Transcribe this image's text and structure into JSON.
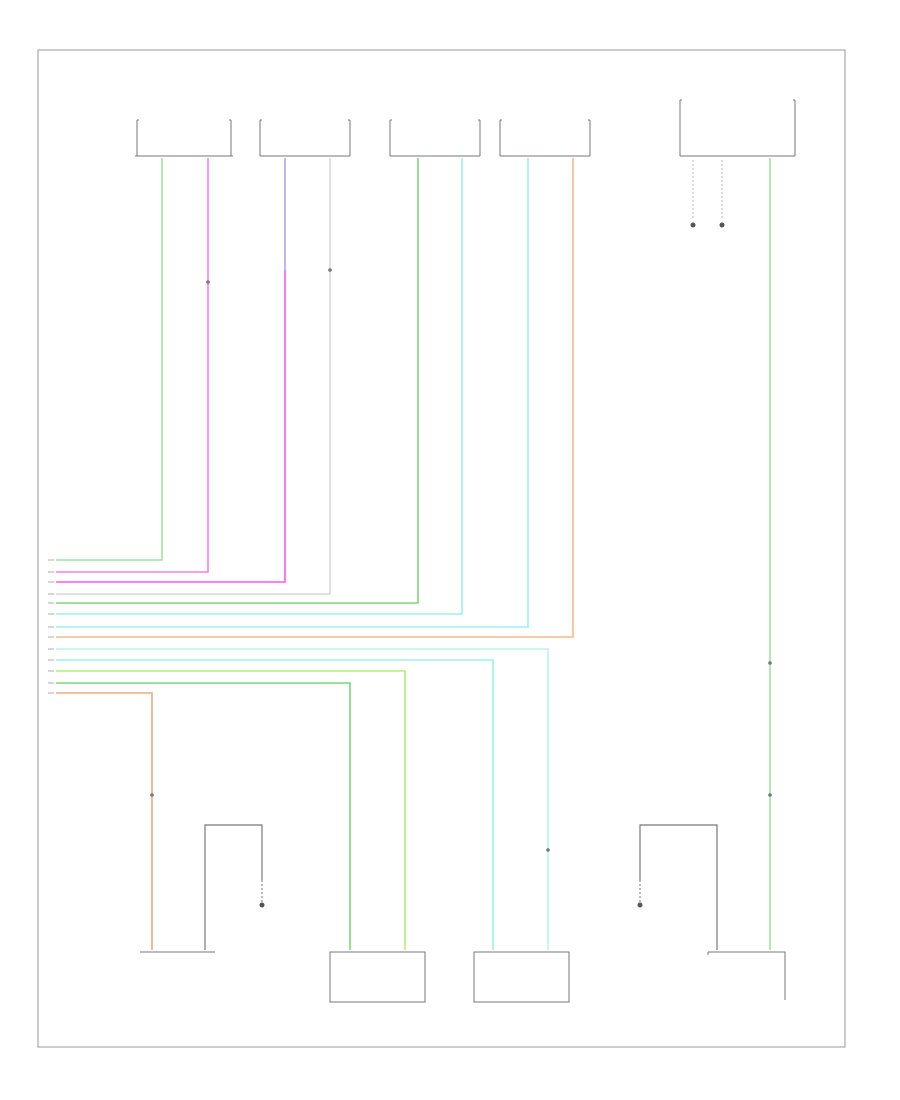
{
  "diagram": {
    "footer_code": "",
    "colors": {
      "ltgreen": "#9fe39f",
      "pink": "#f07ef0",
      "blue": "#a8a8f5",
      "magenta": "#ff55ff",
      "white": "#d8d8d8",
      "green": "#7cd87c",
      "cyan": "#9bf0f0",
      "ltcyan": "#b8f4f4",
      "orange": "#f5b890",
      "orange2": "#f0a878",
      "yellowgreen": "#b4ee7a",
      "gray": "#777777"
    },
    "wires": [
      {
        "label": "",
        "color": "ltgreen"
      },
      {
        "label": "",
        "color": "blue"
      },
      {
        "label": "",
        "color": "magenta"
      },
      {
        "label": "",
        "color": "white"
      },
      {
        "label": "",
        "color": "cyan"
      },
      {
        "label": "",
        "color": "cyan"
      },
      {
        "label": "",
        "color": "white"
      },
      {
        "label": "",
        "color": "orange"
      },
      {
        "label": "",
        "color": "ltcyan"
      },
      {
        "label": "",
        "color": "cyan"
      },
      {
        "label": "",
        "color": "yellowgreen"
      },
      {
        "label": "",
        "color": "green"
      },
      {
        "label": "",
        "color": "orange2"
      }
    ],
    "components": [
      {
        "id": "rf-door-sensor",
        "label": ""
      },
      {
        "id": "lf-door-sensor",
        "label": ""
      },
      {
        "id": "seat-belt-tensioner-left",
        "label": ""
      },
      {
        "id": "seat-belt-tensioner-right",
        "label": ""
      },
      {
        "id": "cluster",
        "label": ""
      },
      {
        "id": "cluster-connector",
        "label": ""
      },
      {
        "id": "occupant-sensor",
        "label": ""
      },
      {
        "id": "driver-tensioner",
        "label": ""
      },
      {
        "id": "passenger-tensioner",
        "label": ""
      },
      {
        "id": "seat-belt-switch",
        "label": ""
      }
    ]
  }
}
